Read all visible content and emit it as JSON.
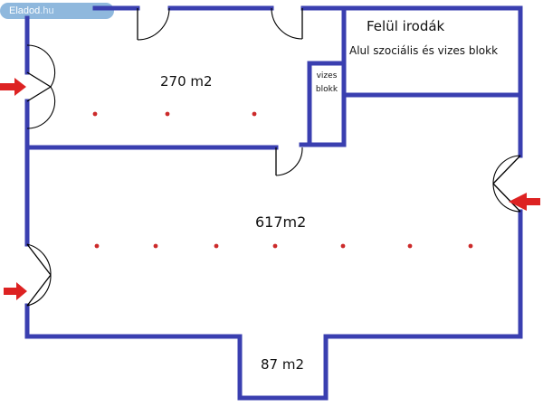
{
  "watermark": {
    "brand": "Eladod",
    "tld": ".hu"
  },
  "labels": {
    "upper_offices": "Felül irodák",
    "lower_social": "Alul szociális és vizes blokk",
    "water_block_line1": "vizes",
    "water_block_line2": "blokk",
    "area_upper_left": "270 m2",
    "area_main": "617m2",
    "area_annex": "87 m2"
  },
  "colors": {
    "wall": "#3a3fb0",
    "marker": "#cc2a2a",
    "arrow": "#dd2222"
  },
  "icons": [
    "entrance-arrow-icon",
    "door-swing-icon",
    "ceiling-point-icon"
  ]
}
